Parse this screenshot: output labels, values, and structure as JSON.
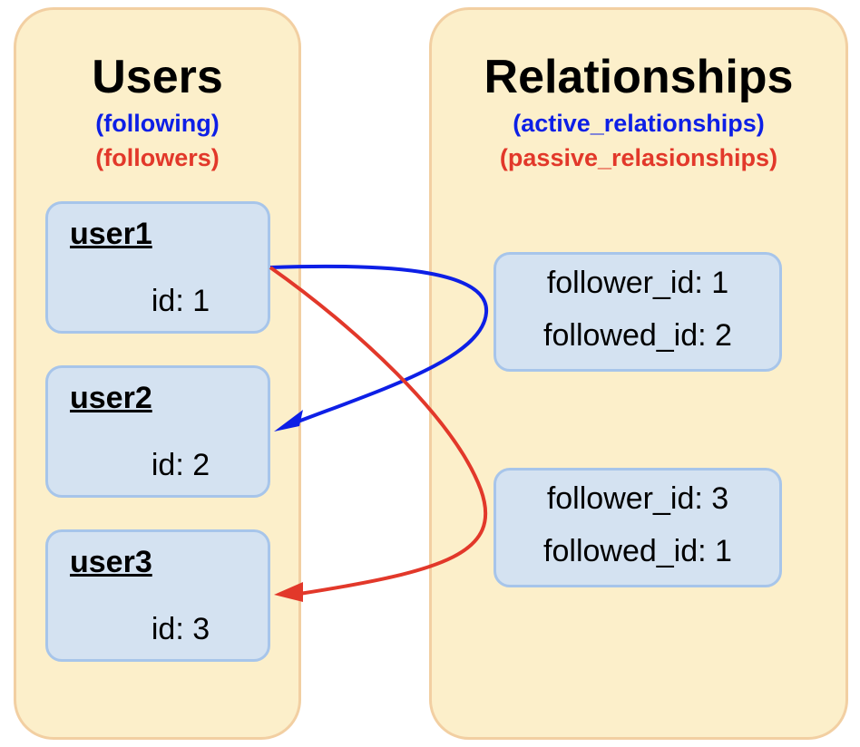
{
  "users_panel": {
    "title": "Users",
    "sub_following": "(following)",
    "sub_followers": "(followers)"
  },
  "relationships_panel": {
    "title": "Relationships",
    "sub_active": "(active_relationships)",
    "sub_passive": "(passive_relasionships)"
  },
  "users": [
    {
      "name": "user1",
      "id_text": "id: 1"
    },
    {
      "name": "user2",
      "id_text": "id: 2"
    },
    {
      "name": "user3",
      "id_text": "id: 3"
    }
  ],
  "relationships": [
    {
      "follower": "follower_id: 1",
      "followed": "followed_id: 2"
    },
    {
      "follower": "follower_id: 3",
      "followed": "followed_id: 1"
    }
  ],
  "colors": {
    "following": "#0d1fe6",
    "followers": "#e2382a",
    "panel_fill": "#fcefca",
    "panel_border": "#f2cfa2",
    "box_fill": "#d4e2f1",
    "box_border": "#a7c5ea"
  },
  "edges": [
    {
      "from": "user1",
      "via": "relationship-1",
      "to": "user2",
      "kind": "following"
    },
    {
      "from": "user1",
      "via": "relationship-2",
      "to": "user3",
      "kind": "followers"
    }
  ]
}
